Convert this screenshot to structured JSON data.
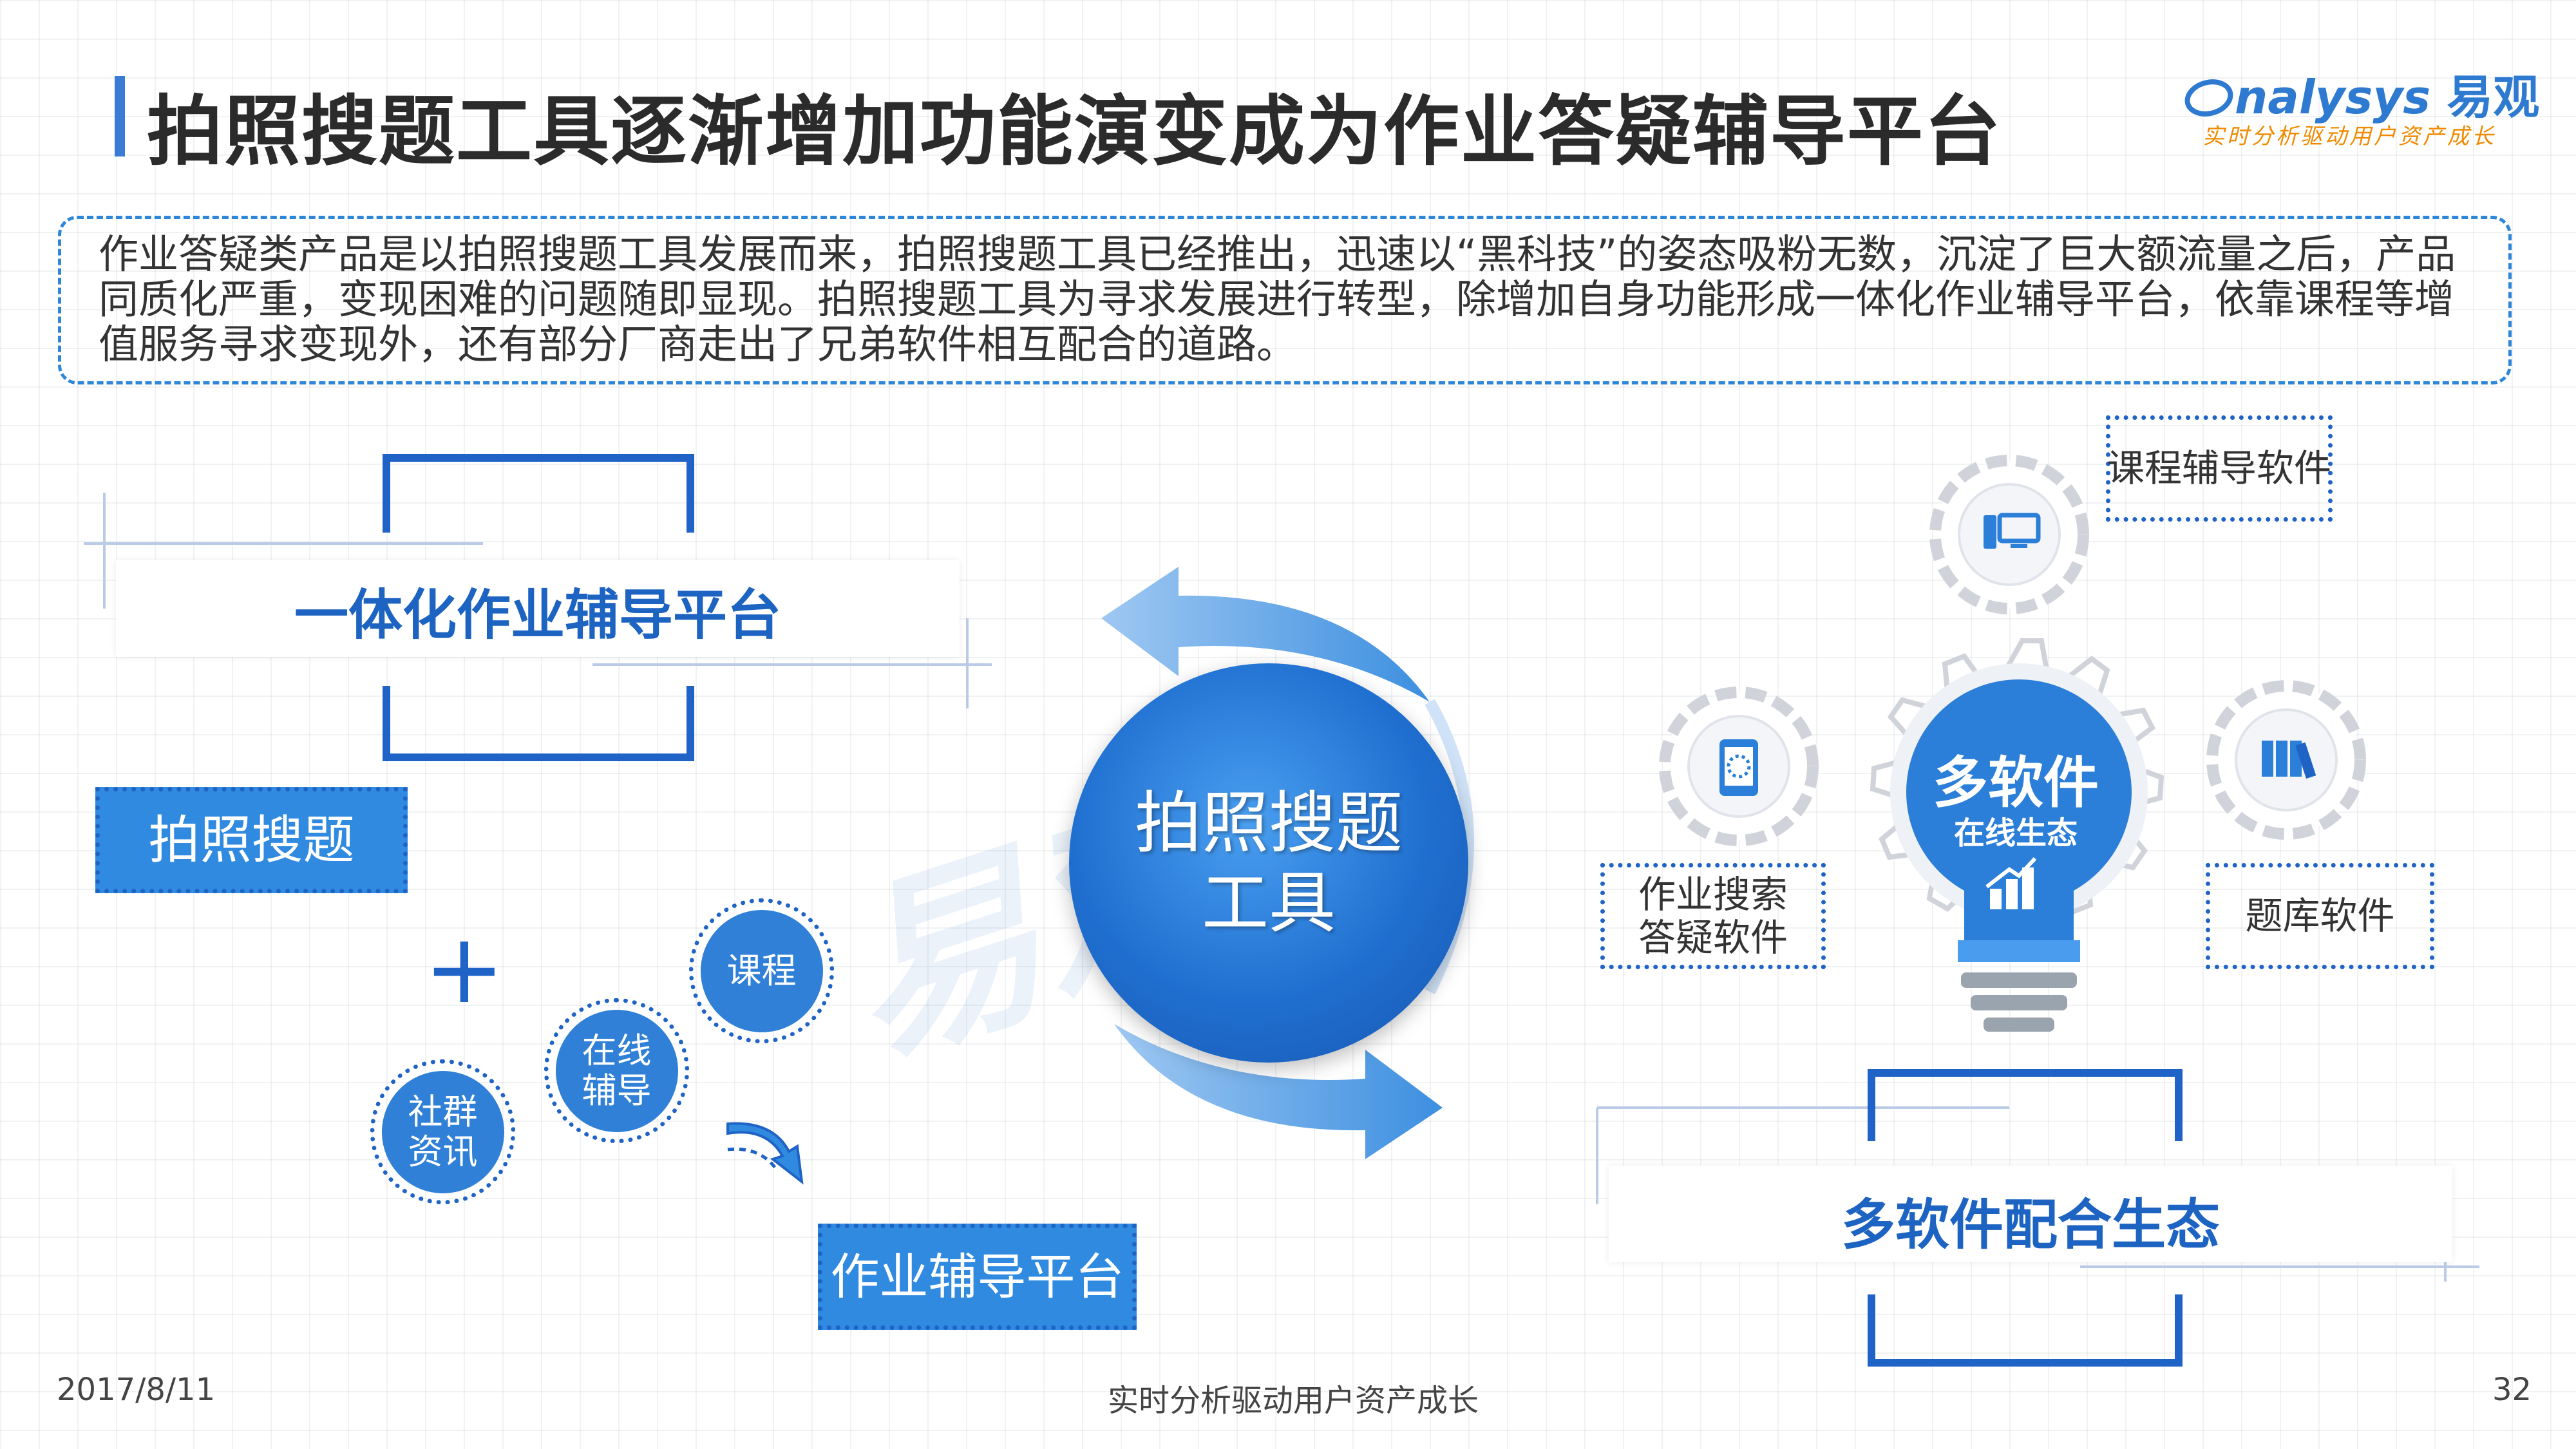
{
  "header": {
    "title": "拍照搜题工具逐渐增加功能演变成为作业答疑辅导平台",
    "logo": {
      "brand": "nalysys",
      "brand_cn": "易观",
      "slogan": "实时分析驱动用户资产成长"
    }
  },
  "intro": {
    "text": "作业答疑类产品是以拍照搜题工具发展而来，拍照搜题工具已经推出，迅速以“黑科技”的姿态吸粉无数，沉淀了巨大额流量之后，产品同质化严重，变现困难的问题随即显现。拍照搜题工具为寻求发展进行转型，除增加自身功能形成一体化作业辅导平台，依靠课程等增值服务寻求变现外，还有部分厂商走出了兄弟软件相互配合的道路。"
  },
  "left": {
    "platform_title": "一体化作业辅导平台",
    "photo_search": "拍照搜题",
    "plus": "+",
    "circles": {
      "course": "课程",
      "online_line1": "在线",
      "online_line2": "辅导",
      "social_line1": "社群",
      "social_line2": "资讯"
    },
    "result": "作业辅导平台"
  },
  "center": {
    "line1": "拍照搜题",
    "line2": "工具"
  },
  "right": {
    "bulb_main": "多软件",
    "bulb_sub": "在线生态",
    "course_software": "课程辅导软件",
    "homework_line1": "作业搜索",
    "homework_line2": "答疑软件",
    "question_bank": "题库软件",
    "ecosystem_title": "多软件配合生态"
  },
  "footer": {
    "date": "2017/8/11",
    "slogan": "实时分析驱动用户资产成长",
    "page": "32"
  },
  "colors": {
    "primary": "#1f63c6",
    "accent": "#2f8ae0",
    "orange": "#f08a00"
  }
}
